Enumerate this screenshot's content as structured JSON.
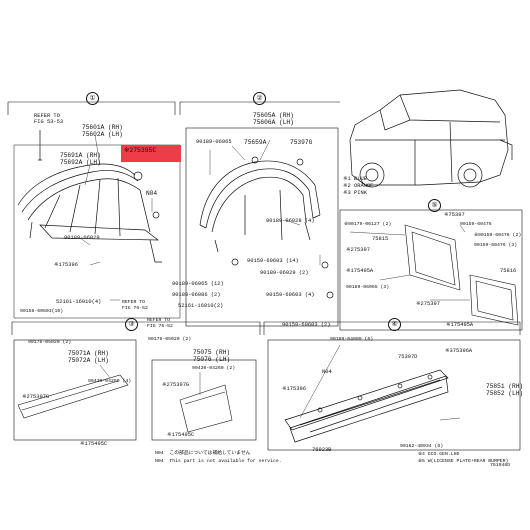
{
  "sections": [
    {
      "id": "1",
      "marker": "①"
    },
    {
      "id": "2",
      "marker": "②"
    },
    {
      "id": "3",
      "marker": "③"
    },
    {
      "id": "4",
      "marker": "④"
    },
    {
      "id": "5",
      "marker": "⑤"
    }
  ],
  "labels": {
    "refer_top": "REFER TO\nFIG 53-53",
    "p75601": "75601A (RH)\n75602A (LH)",
    "p75691": "75691A (RH)\n75692A (LH)",
    "p275395c": "※275395C",
    "n04_a": "N04",
    "p90189_06029_1": "90189-06029",
    "p175396": "※175396",
    "p52161": "52161-16010(4)",
    "p90158": "90158-60603(10)",
    "refer_76_52a": "REFER TO\nFIG 76-52",
    "refer_76_52b": "REFER TO\nFIG 76-52",
    "p75605": "75605A (RH)\n75606A (LH)",
    "p90189_06065": "90189-06065",
    "p75659a": "75659A",
    "p75397g": "75397G",
    "p90189_06028": "90189-06028 (4)",
    "p90159_60603_14": "90159-60603 (14)",
    "p90189_06065_12": "90189-06065 (12)",
    "p90189_06086": "90189-06086 (2)",
    "p52161_16010_2": "52161-16010(2)",
    "p90189_06029_2": "90189-06029 (2)",
    "p90159_60603_4": "90159-60603 (4)",
    "p90159_60603_2": "90159-60603 (2)",
    "color1": "※1 BLUE",
    "color2": "※2 ORANGE",
    "color3": "※3 PINK",
    "p75397_right": "※75397",
    "p90179_06127": "※90179-06127 (2)",
    "p90159_60476": "90159-60476",
    "p75815": "75815",
    "p90159_60476b": "※90159-60476 (2)",
    "p275397_a": "※275397",
    "p90159_60476c": "90159-60476 (3)",
    "p90189_06065_3": "90189-06065 (3)",
    "p175495a": "※175495A",
    "p75816": "75816",
    "p275397_b": "※275397",
    "p175495a_b": "※175495A",
    "p90176_05020_2": "90176-05020 (2)",
    "p75071a": "75071A (RH)\n75072A (LH)",
    "p90430_04260_4": "90430-04260 (4)",
    "p275397g": "※275397G",
    "p175495c": "※175495C",
    "p90176_05020_2b": "90176-05020 (2)",
    "p75075": "75075 (RH)\n75076 (LH)",
    "p90430_04260_2": "90430-04260 (2)",
    "p275397g_b": "※275397G",
    "p175495c_b": "※175495C",
    "n04_note": "N04  この部品については補給していません",
    "n04_note_en": "N04  This part is not available for service.",
    "p90189_04009": "90189-04009 (6)",
    "p75397d": "75397D",
    "p375396a": "※375396A",
    "n04_b": "N04",
    "p175396_b": "※175396",
    "p75851": "75851 (RH)\n75852 (LH)",
    "p90162_40034": "90162-40034 (6)",
    "p76923b": "76923B",
    "note_4gco": "※4 GCO.GEN.LHD",
    "note_5w": "※5 W(LICENSE PLATE+REAR BUMPER)",
    "figure_id": "751946D"
  }
}
